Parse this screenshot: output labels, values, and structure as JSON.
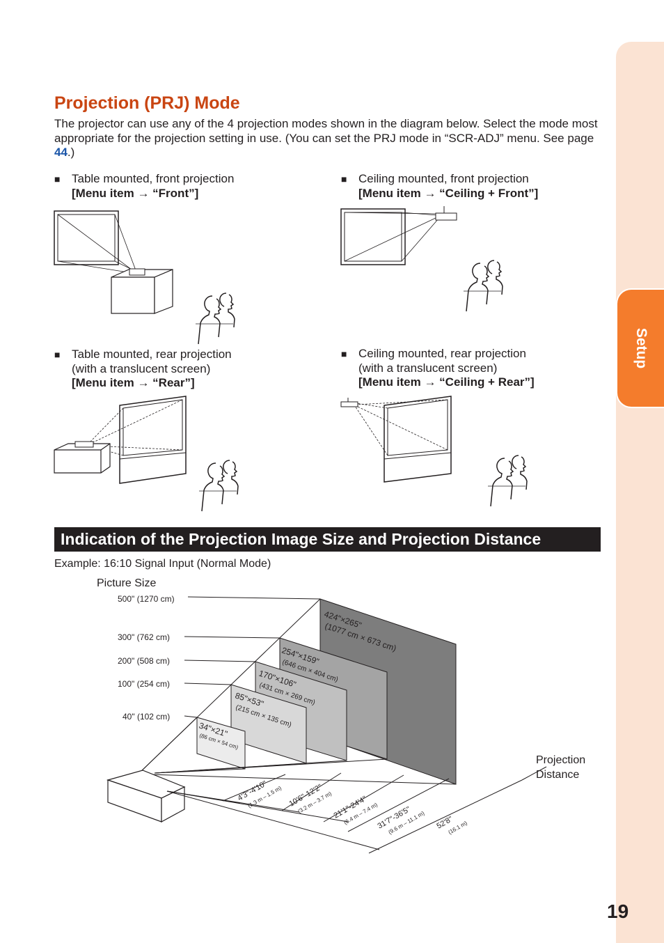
{
  "sidebar": {
    "tab_label": "Setup",
    "accent": "#f47c2c",
    "background": "#fbe3d3"
  },
  "heading": {
    "title": "Projection (PRJ) Mode",
    "color": "#c94512"
  },
  "intro": {
    "text_before": "The projector can use any of the 4 projection modes shown in the diagram below. Select the mode most appropriate for the projection setting in use.  (You can set the PRJ mode in “SCR-ADJ” menu. See page ",
    "link": "44",
    "text_after": ".)"
  },
  "modes": [
    {
      "line1": "Table mounted, front projection",
      "line2": "",
      "menu": "[Menu item → “Front”]"
    },
    {
      "line1": "Ceiling mounted, front projection",
      "line2": "",
      "menu": "[Menu item → “Ceiling + Front”]"
    },
    {
      "line1": "Table mounted, rear projection",
      "line2": "(with a translucent screen)",
      "menu": "[Menu item → “Rear”]"
    },
    {
      "line1": "Ceiling mounted, rear projection",
      "line2": "(with a translucent screen)",
      "menu": "[Menu item → “Ceiling + Rear”]"
    }
  ],
  "bullet": "■",
  "section": {
    "title": "Indication of the Projection Image Size and Projection Distance"
  },
  "diagram": {
    "example": "Example: 16:10 Signal Input (Normal Mode)",
    "picture_size_label": "Picture Size",
    "projection_distance_label": [
      "Projection",
      "Distance"
    ],
    "sizes": [
      {
        "diagonal": "500\" (1270 cm)",
        "dims": "424\"×265\"",
        "metric": "(1077 cm × 673 cm)",
        "distance": "52'8\"",
        "distance_m": "(16.1 m)"
      },
      {
        "diagonal": "300\" (762 cm)",
        "dims": "254\"×159\"",
        "metric": "(646 cm × 404 cm)",
        "distance": "31'7\"-36'5\"",
        "distance_m": "(9.6 m – 11.1 m)"
      },
      {
        "diagonal": "200\" (508 cm)",
        "dims": "170\"×106\"",
        "metric": "(431 cm × 269 cm)",
        "distance": "21'1\"-24'4\"",
        "distance_m": "(6.4 m – 7.4 m)"
      },
      {
        "diagonal": "100\" (254 cm)",
        "dims": "85\"×53\"",
        "metric": "(215 cm × 135 cm)",
        "distance": "10'6\"-12'2\"",
        "distance_m": "(3.2 m – 3.7 m)"
      },
      {
        "diagonal": "40\" (102 cm)",
        "dims": "34\"×21\"",
        "metric": "(86 cm × 54 cm)",
        "distance": "4'3\"-4'10\"",
        "distance_m": "(1.3 m – 1.5 m)"
      }
    ]
  },
  "page_number": "19"
}
